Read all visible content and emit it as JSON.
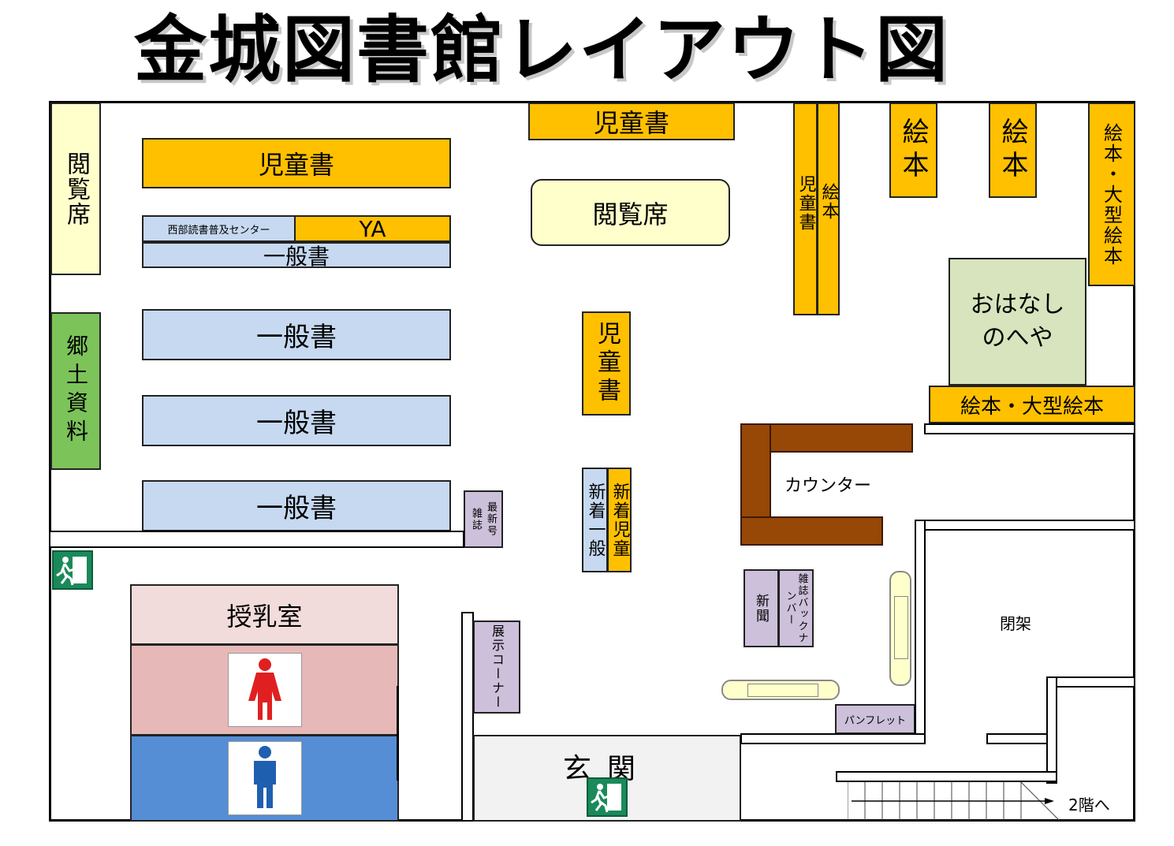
{
  "title": "金城図書館レイアウト図",
  "labels": {
    "jidousho": "児童書",
    "ippansho": "一般書",
    "ya": "YA",
    "seibu": "西部読書普及センター",
    "etsuranseki": "閲覧席",
    "kyodo": "郷土資料",
    "ehon": "絵本",
    "ehon_ogata": "絵本・大型絵本",
    "ohanashi": "おはなしのへや",
    "counter": "カウンター",
    "saishingo": "最新号",
    "zasshi": "雑誌",
    "shinchaku_ippan": "新着一般",
    "shinchaku_jidou": "新着児童",
    "shinbun": "新聞",
    "zasshi_back": "雑誌バックナンバー",
    "tenji": "展示コーナー",
    "pamphlet": "パンフレット",
    "heika": "閉架",
    "junyu": "授乳室",
    "genkan": "玄関",
    "nikai": "2階へ"
  },
  "colors": {
    "shelf_children": "#ffc000",
    "shelf_general": "#c6d9f1",
    "reading": "#ffffcc",
    "local": "#7cc35a",
    "story_room": "#d7e4bd",
    "counter": "#974706",
    "misc": "#ccc0da",
    "nursing": "#f2dcdb",
    "women": "#e6b9b8",
    "men": "#558ed5"
  },
  "icons": [
    "emergency-exit-icon",
    "female-restroom-icon",
    "male-restroom-icon",
    "stairs-arrow-icon"
  ]
}
